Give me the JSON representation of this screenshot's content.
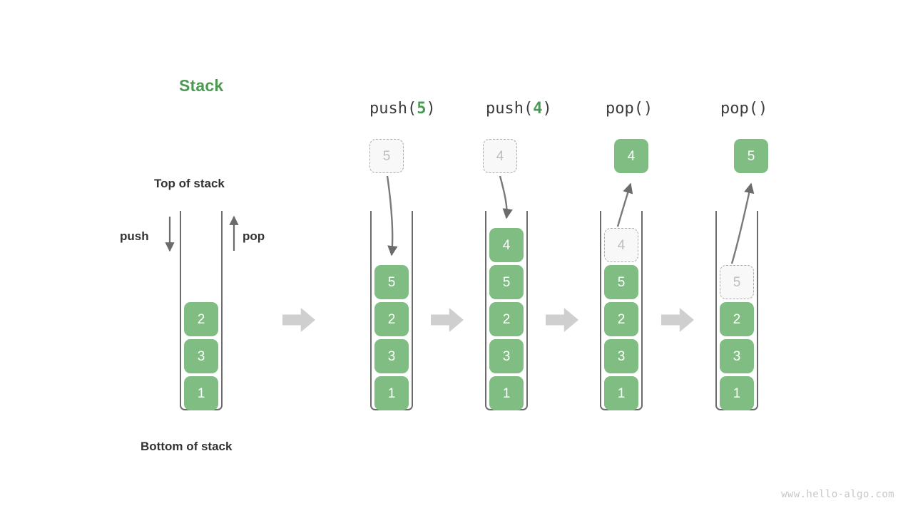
{
  "title": {
    "text": "Stack",
    "color": "#4b9a52"
  },
  "labels": {
    "top_of_stack": "Top of stack",
    "bottom_of_stack": "Bottom of stack",
    "push": "push",
    "pop": "pop"
  },
  "watermark": "www.hello-algo.com",
  "colors": {
    "element_fill": "#7fbd83",
    "element_text": "#ffffff",
    "ghost_fill": "#f8f8f8",
    "ghost_border": "#ababab",
    "ghost_text": "#bdbdbd",
    "container_stroke": "#6b6b6b",
    "arrow_gray": "#6b6b6b",
    "block_arrow": "#cfcfcf",
    "accent_green": "#4b9a52",
    "watermark_text": "#c7c7c7"
  },
  "initial_stack": {
    "items": [
      "2",
      "3",
      "1"
    ],
    "note_top": "Top of stack",
    "note_bottom": "Bottom of stack"
  },
  "steps": [
    {
      "caption_prefix": "push(",
      "caption_arg": "5",
      "caption_suffix": ")",
      "operation": "push",
      "floating_value": "5",
      "floating_style": "ghost",
      "floating_position": "above",
      "items": [
        "5",
        "2",
        "3",
        "1"
      ],
      "ghost_index": -1
    },
    {
      "caption_prefix": "push(",
      "caption_arg": "4",
      "caption_suffix": ")",
      "operation": "push",
      "floating_value": "4",
      "floating_style": "ghost",
      "floating_position": "above",
      "items": [
        "4",
        "5",
        "2",
        "3",
        "1"
      ],
      "ghost_index": -1
    },
    {
      "caption_prefix": "pop(",
      "caption_arg": "",
      "caption_suffix": ")",
      "operation": "pop",
      "floating_value": "4",
      "floating_style": "filled",
      "floating_position": "above",
      "items": [
        "4",
        "5",
        "2",
        "3",
        "1"
      ],
      "ghost_index": 0
    },
    {
      "caption_prefix": "pop(",
      "caption_arg": "",
      "caption_suffix": ")",
      "operation": "pop",
      "floating_value": "5",
      "floating_style": "filled",
      "floating_position": "above",
      "items": [
        "5",
        "2",
        "3",
        "1"
      ],
      "ghost_index": 0
    }
  ]
}
